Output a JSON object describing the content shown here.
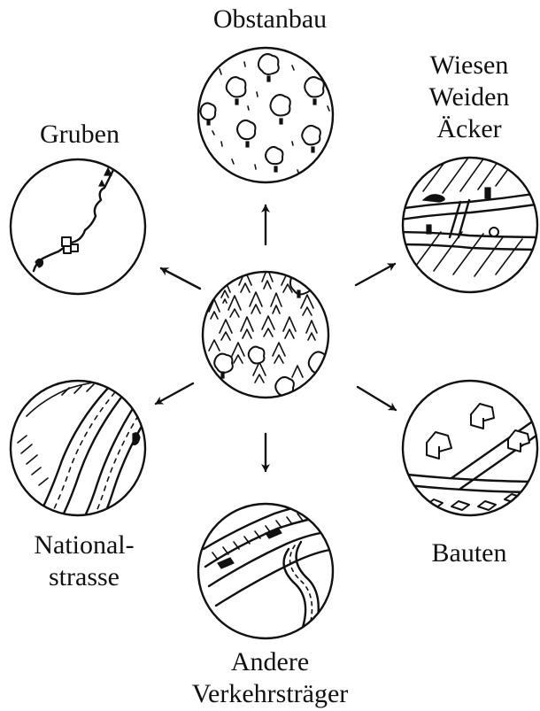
{
  "diagram": {
    "center": {
      "name": "Wald"
    },
    "nodes": [
      {
        "id": "obstanbau",
        "lines": [
          "Obstanbau"
        ]
      },
      {
        "id": "wiesen",
        "lines": [
          "Wiesen",
          "Weiden",
          "Äcker"
        ]
      },
      {
        "id": "gruben",
        "lines": [
          "Gruben"
        ]
      },
      {
        "id": "nationalstrasse",
        "lines": [
          "National-",
          "strasse"
        ]
      },
      {
        "id": "bauten",
        "lines": [
          "Bauten"
        ]
      },
      {
        "id": "verkehr",
        "lines": [
          "Andere",
          "Verkehrsträger"
        ]
      }
    ]
  }
}
